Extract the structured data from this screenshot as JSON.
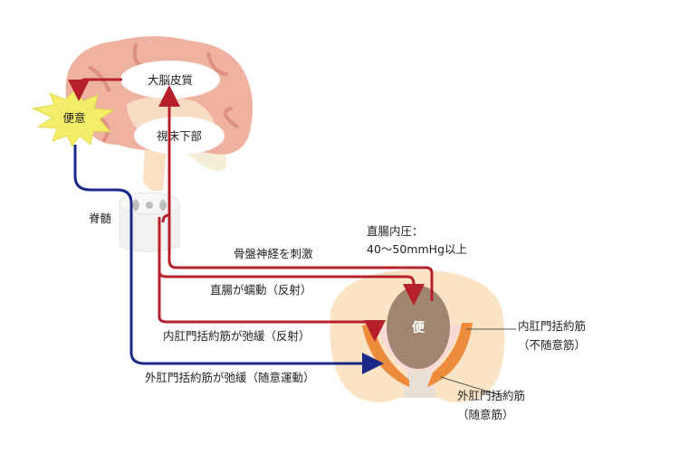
{
  "labels": {
    "cerebral_cortex": "大脳皮質",
    "hypothalamus": "視床下部",
    "urge": "便意",
    "spinal_cord": "脊髄",
    "pelvic_nerve": "骨盤神経を刺激",
    "peristalsis": "直腸が蠕動（反射）",
    "internal_relax": "内肛門括約筋が弛緩（反射）",
    "external_relax": "外肛門括約筋が弛緩（随意運動）",
    "pressure_title": "直腸内圧：",
    "pressure_value": "40～50mmHg以上",
    "stool": "便",
    "internal_sphincter": "内肛門括約筋",
    "internal_sphincter_type": "（不随意筋）",
    "external_sphincter": "外肛門括約筋",
    "external_sphincter_type": "（随意筋）"
  },
  "colors": {
    "afferent": "#b5202a",
    "efferent": "#1b2a8a",
    "brain": "#efb2a0",
    "pelvis": "#fbe3c6",
    "stool": "#a08670",
    "sphincter": "#ec8b3c",
    "burst": "#f3ee6a"
  }
}
